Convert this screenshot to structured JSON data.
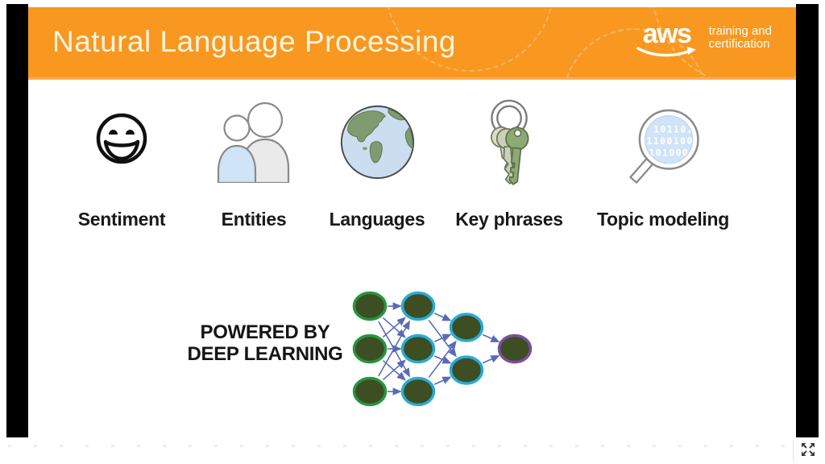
{
  "header": {
    "title": "Natural Language Processing",
    "bg_color": "#F89820",
    "title_color": "#FBF4DF",
    "logo": {
      "wordmark": "aws",
      "tagline_line1": "training and",
      "tagline_line2": "certification"
    }
  },
  "features": [
    {
      "label": "Sentiment",
      "icon": "smiley-face-icon"
    },
    {
      "label": "Entities",
      "icon": "people-icon"
    },
    {
      "label": "Languages",
      "icon": "globe-icon"
    },
    {
      "label": "Key phrases",
      "icon": "keys-icon"
    },
    {
      "label": "Topic modeling",
      "icon": "magnifying-glass-binary-icon"
    }
  ],
  "topic_icon_binary": [
    "101101",
    "1100100",
    "101000"
  ],
  "deep_learning": {
    "caption_line1": "POWERED BY",
    "caption_line2": "DEEP LEARNING",
    "network": {
      "layers": [
        3,
        3,
        2,
        1
      ],
      "node_fill": "#3C4E22",
      "layer_stroke_colors": [
        "#27953F",
        "#29ABD6",
        "#29ABD6",
        "#7C4E9E"
      ],
      "edge_color": "#5A6BB5"
    }
  },
  "player": {
    "fullscreen_icon": "fullscreen-expand-icon"
  }
}
